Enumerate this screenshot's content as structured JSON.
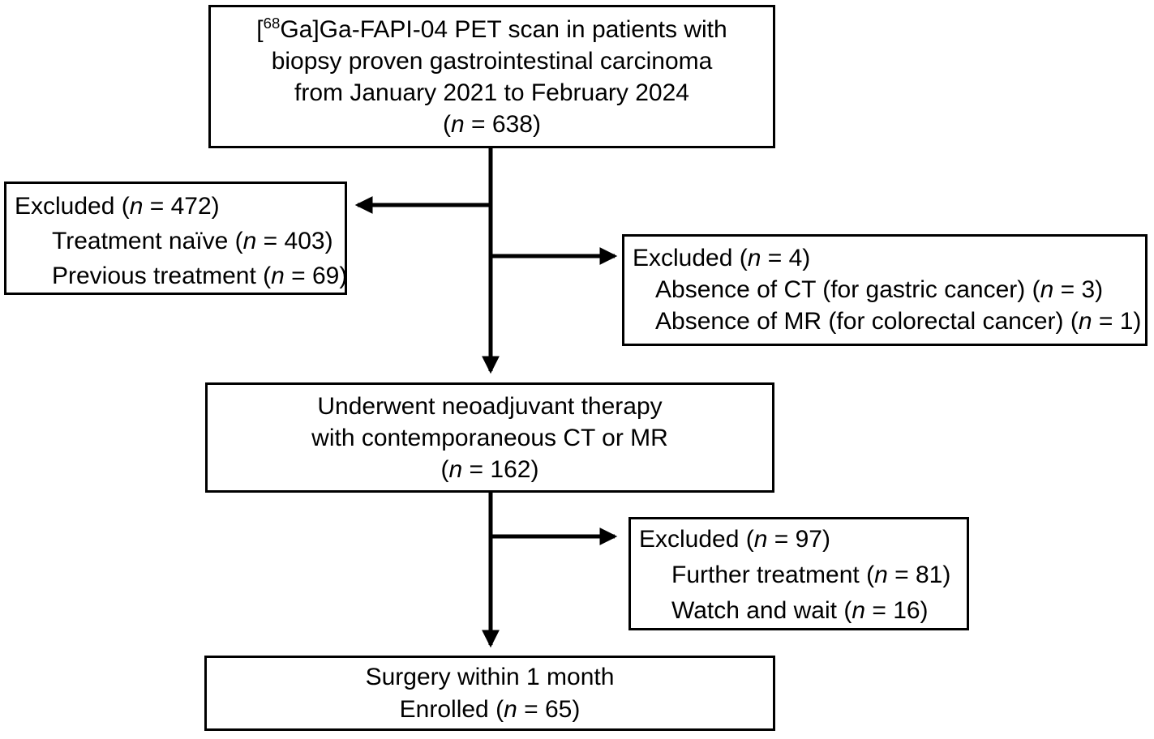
{
  "canvas": {
    "background": "#ffffff",
    "line_color": "#000000",
    "text_color": "#000000"
  },
  "boxes": {
    "screening": {
      "line1": {
        "pre": "[",
        "sup": "68",
        "post": "Ga]Ga-FAPI-04 PET scan in patients with"
      },
      "line2": "biopsy proven gastrointestinal carcinoma",
      "line3": "from January 2021 to February 2024",
      "count": {
        "pre": "(",
        "n": "n",
        "post": " = 638)"
      }
    },
    "excluded_first": {
      "title": {
        "pre": "Excluded (",
        "n": "n",
        "post": " = 472)"
      },
      "items": [
        {
          "pre": "Treatment naïve (",
          "n": "n",
          "post": " = 403)"
        },
        {
          "pre": "Previous treatment (",
          "n": "n",
          "post": " = 69)"
        }
      ]
    },
    "excluded_imaging": {
      "title": {
        "pre": "Excluded (",
        "n": "n",
        "post": " = 4)"
      },
      "items": [
        {
          "pre": "Absence of CT (for gastric cancer) (",
          "n": "n",
          "post": " = 3)"
        },
        {
          "pre": "Absence of MR (for colorectal cancer) (",
          "n": "n",
          "post": " = 1)"
        }
      ]
    },
    "neoadjuvant": {
      "line1": "Underwent neoadjuvant therapy",
      "line2": "with contemporaneous CT or MR",
      "count": {
        "pre": "(",
        "n": "n",
        "post": " = 162)"
      }
    },
    "excluded_followup": {
      "title": {
        "pre": "Excluded (",
        "n": "n",
        "post": " = 97)"
      },
      "items": [
        {
          "pre": "Further treatment (",
          "n": "n",
          "post": " = 81)"
        },
        {
          "pre": "Watch and wait (",
          "n": "n",
          "post": " = 16)"
        }
      ]
    },
    "enrolled": {
      "line1": "Surgery within 1 month",
      "count": {
        "pre": "Enrolled (",
        "n": "n",
        "post": " = 65)"
      }
    }
  },
  "connectors": [
    {
      "from": "screening",
      "to": "neoadjuvant",
      "direction": "down"
    },
    {
      "from": "screening-stem",
      "to": "excluded_first",
      "direction": "left"
    },
    {
      "from": "screening-stem",
      "to": "excluded_imaging",
      "direction": "right"
    },
    {
      "from": "neoadjuvant",
      "to": "enrolled",
      "direction": "down"
    },
    {
      "from": "neoadjuvant-stem",
      "to": "excluded_followup",
      "direction": "right"
    }
  ]
}
